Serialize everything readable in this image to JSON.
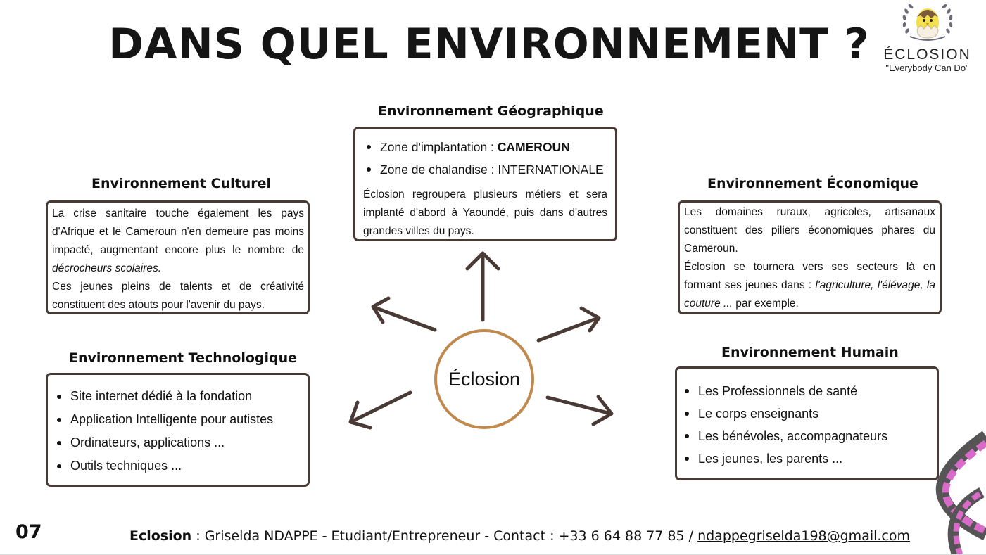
{
  "title": "DANS QUEL ENVIRONNEMENT ?",
  "logo": {
    "name": "ÉCLOSION",
    "tagline": "\"Everybody Can Do\""
  },
  "center": "Éclosion",
  "colors": {
    "box_border": "#4a3a35",
    "arrow": "#4a3a35",
    "circle": "#c0894d",
    "ribbon_pink": "#d86ac8",
    "ribbon_gray": "#555555"
  },
  "geographique": {
    "heading": "Environnement Géographique",
    "items": [
      {
        "label": "Zone d'implantation : ",
        "value": "CAMEROUN"
      },
      {
        "label": "Zone de chalandise : ",
        "value": "INTERNATIONALE"
      }
    ],
    "text": "Éclosion regroupera plusieurs métiers et sera implanté d'abord à Yaoundé, puis dans d'autres grandes villes du pays."
  },
  "culturel": {
    "heading": "Environnement Culturel",
    "text1": "La crise sanitaire touche également les pays d'Afrique et le Cameroun n'en demeure pas moins impacté, augmentant encore plus le nombre de ",
    "text1_em": "décrocheurs scolaires.",
    "text2": "Ces jeunes pleins de talents et de créativité constituent des atouts pour l'avenir du pays."
  },
  "economique": {
    "heading": "Environnement Économique",
    "text1": "Les domaines ruraux, agricoles, artisanaux constituent des piliers économiques phares du Cameroun.",
    "text2": " Éclosion se tournera vers ses secteurs là en formant ses jeunes dans : ",
    "text2_em": "l'agriculture, l'élévage, la couture ...",
    "text2_end": " par exemple."
  },
  "technologique": {
    "heading": "Environnement Technologique",
    "items": [
      "Site internet dédié à la fondation",
      "Application Intelligente pour autistes",
      "Ordinateurs, applications ...",
      "Outils techniques ..."
    ]
  },
  "humain": {
    "heading": "Environnement Humain",
    "items": [
      "Les Professionnels de santé",
      "Le corps enseignants",
      "Les bénévoles, accompagnateurs",
      "Les jeunes, les parents ..."
    ]
  },
  "page_number": "07",
  "footer": {
    "brand": "Eclosion",
    "text": " : Griselda NDAPPE - Etudiant/Entrepreneur  - Contact : +33 6 64 88 77 85 / ",
    "email": "ndappegriselda198@gmail.com"
  }
}
